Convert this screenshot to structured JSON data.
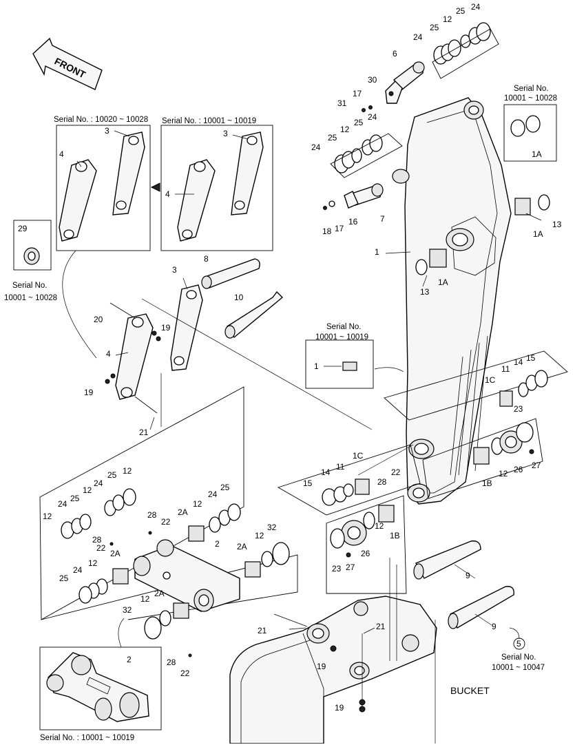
{
  "front_label": "FRONT",
  "bucket_label": "BUCKET",
  "serial_boxes": {
    "top_left": "Serial No. : 10020 ~ 10028",
    "top_mid": "Serial No. : 10001 ~ 10019",
    "top_right_title": "Serial No.",
    "top_right_range": "10001 ~ 10028",
    "left_title": "Serial No.",
    "left_range": "10001 ~ 10028",
    "mid_title": "Serial No.",
    "mid_range": "10001 ~ 10019",
    "bottom_left": "Serial No. : 10001 ~ 10019",
    "bottom_right_title": "Serial No.",
    "bottom_right_range": "10001 ~ 10047"
  },
  "circled_ref": "5",
  "callouts": [
    "24",
    "25",
    "12",
    "25",
    "24",
    "6",
    "30",
    "17",
    "31",
    "12",
    "25",
    "24",
    "24",
    "25",
    "3",
    "4",
    "3",
    "4",
    "29",
    "1A",
    "13",
    "1A",
    "18",
    "17",
    "16",
    "7",
    "1",
    "13",
    "1A",
    "8",
    "3",
    "10",
    "20",
    "19",
    "4",
    "19",
    "21",
    "1",
    "1C",
    "11",
    "14",
    "15",
    "23",
    "27",
    "26",
    "12",
    "1B",
    "22",
    "28",
    "1C",
    "11",
    "14",
    "15",
    "12",
    "25",
    "24",
    "12",
    "25",
    "24",
    "12",
    "28",
    "22",
    "2A",
    "12",
    "24",
    "25",
    "28",
    "22",
    "2",
    "2A",
    "12",
    "32",
    "25",
    "24",
    "12",
    "2A",
    "12",
    "2A",
    "32",
    "2",
    "28",
    "22",
    "21",
    "21",
    "19",
    "19",
    "23",
    "27",
    "26",
    "12",
    "1B",
    "9",
    "9"
  ]
}
